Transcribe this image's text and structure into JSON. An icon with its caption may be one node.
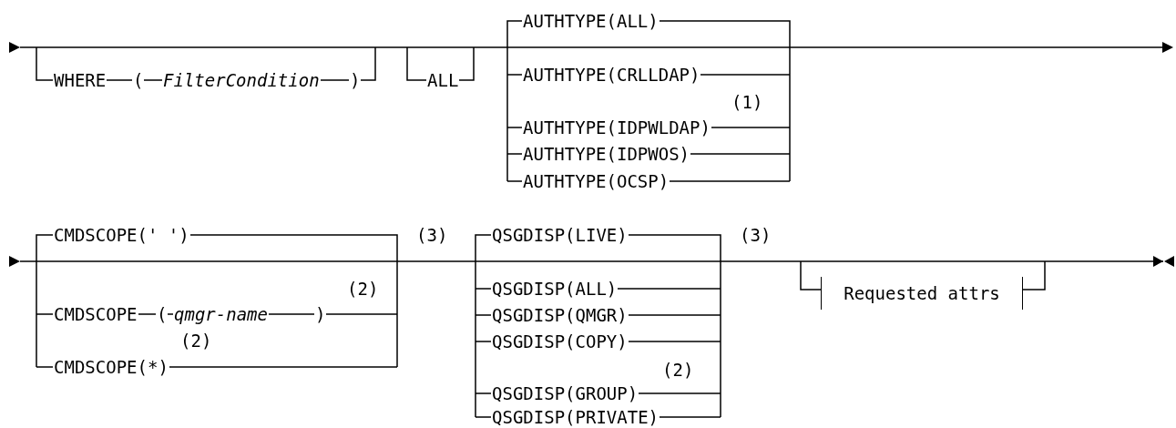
{
  "diagram": {
    "nodes": [
      {
        "text": [
          "Requested attrs"
        ]
      }
    ],
    "labels": [
      "AUTHTYPE(ALL)",
      "WHERE",
      "(",
      "FilterCondition",
      ")",
      "ALL",
      "AUTHTYPE(CRLLDAP)",
      "(1)",
      "AUTHTYPE(IDPWLDAP)",
      "AUTHTYPE(IDPWOS)",
      "AUTHTYPE(OCSP)",
      "CMDSCOPE(' ')",
      "(3)",
      "QSGDISP(LIVE)",
      "(3)",
      "(2)",
      "QSGDISP(ALL)",
      "CMDSCOPE",
      "(",
      "qmgr-name",
      ")",
      "QSGDISP(QMGR)",
      "(2)",
      "QSGDISP(COPY)",
      "CMDSCOPE(*)",
      "(2)",
      "QSGDISP(GROUP)",
      "QSGDISP(PRIVATE)"
    ]
  }
}
